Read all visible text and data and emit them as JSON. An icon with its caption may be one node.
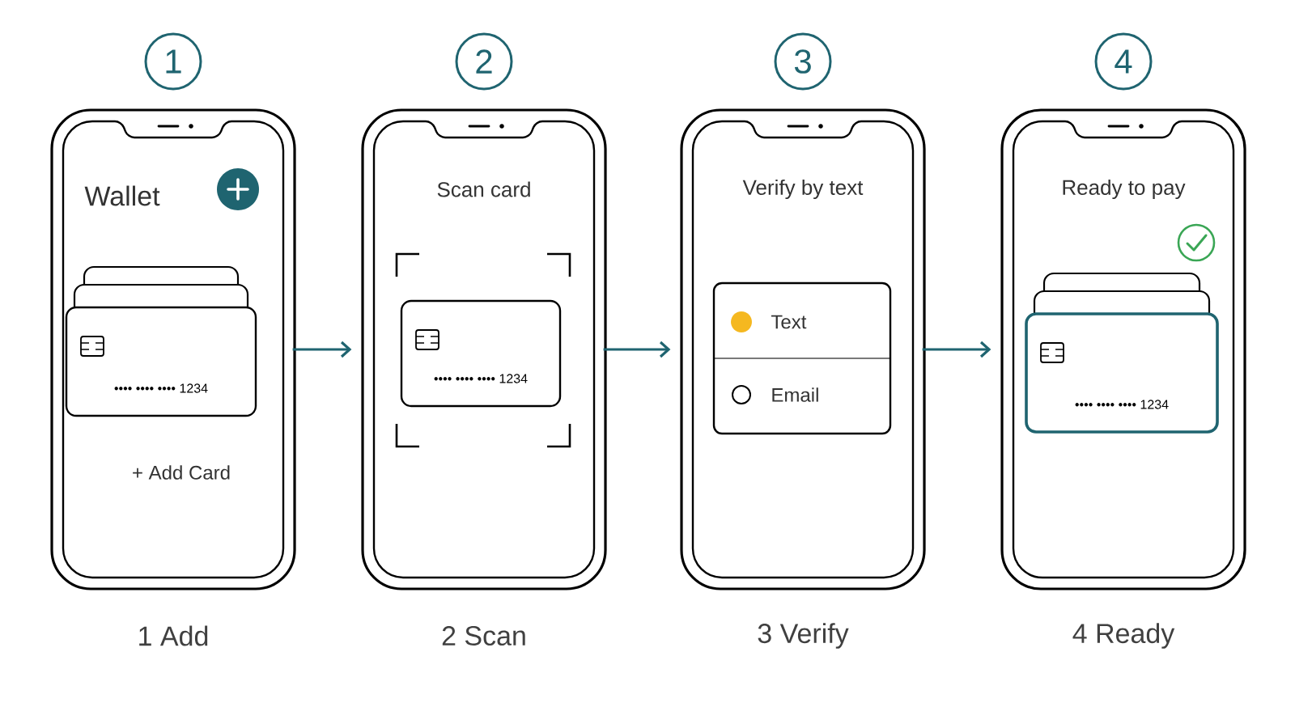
{
  "diagram": {
    "nodes": [
      {
        "text": [
          "Wallet"
        ],
        "beside": [
          "1",
          "1 Add"
        ]
      },
      {
        "text": [
          "•••• •••• •••• 1234"
        ],
        "in": 0
      },
      {
        "text": [
          "Scan card"
        ],
        "beside": [
          "2",
          "2 Scan"
        ]
      },
      {
        "text": [
          "•••• •••• •••• 1234"
        ],
        "in": 2
      },
      {
        "text": [
          "Verify by text"
        ],
        "beside": [
          "3",
          "3 Verify"
        ]
      },
      {
        "text": [
          "Text",
          "Email"
        ],
        "in": 4
      },
      {
        "text": [
          "Ready to pay"
        ],
        "beside": [
          "4",
          "4 Ready"
        ]
      },
      {
        "text": [
          "•••• •••• •••• 1234"
        ],
        "in": 6
      }
    ],
    "edges": [
      {
        "from": 0,
        "to": 2,
        "arrow": "to",
        "color": "#1f6470"
      },
      {
        "from": 2,
        "to": 4,
        "arrow": "to",
        "color": "#1f6470"
      },
      {
        "from": 4,
        "to": 6,
        "arrow": "to",
        "color": "#1f6470"
      }
    ],
    "labels": [
      "+ Add Card"
    ]
  }
}
